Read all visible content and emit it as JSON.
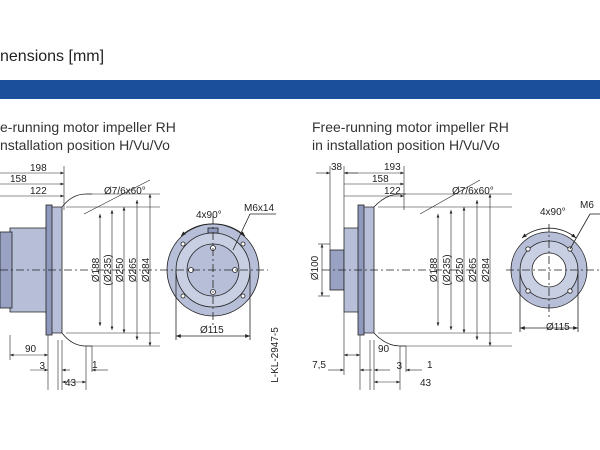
{
  "header": {
    "title": "nensions [mm]",
    "accent": "#1b4f9c"
  },
  "left": {
    "caption1": "e-running motor impeller RH",
    "caption2": "nstallation position H/Vu/Vo",
    "dims": {
      "d198": "198",
      "d158": "158",
      "d122": "122",
      "d90": "90",
      "d3": "3",
      "d43": "43",
      "d1": "1"
    },
    "vert": {
      "v188": "Ø188",
      "v235": "(Ø235)",
      "v250": "Ø250",
      "v265": "Ø265",
      "v284": "Ø284"
    },
    "notes": {
      "bolt": "Ø7/6x60°",
      "angle": "4x90°",
      "thread": "M6x14",
      "hub": "Ø115"
    },
    "code": "L-KL-2947-5"
  },
  "right": {
    "caption1": "Free-running motor impeller RH",
    "caption2": "in installation position H/Vu/Vo",
    "dims": {
      "d38": "38",
      "d193": "193",
      "d158": "158",
      "d122": "122",
      "d90": "90",
      "d75": "7,5",
      "d3": "3",
      "d43": "43",
      "d1": "1"
    },
    "vert": {
      "v100": "Ø100",
      "v188": "Ø188",
      "v235": "(Ø235)",
      "v250": "Ø250",
      "v265": "Ø265",
      "v284": "Ø284"
    },
    "notes": {
      "bolt": "Ø7/6x60°",
      "angle": "4x90°",
      "thread": "M6",
      "hub": "Ø115"
    }
  },
  "colors": {
    "body": "#b7bfd8",
    "bodyDark": "#8f98bd",
    "line": "#222222"
  }
}
